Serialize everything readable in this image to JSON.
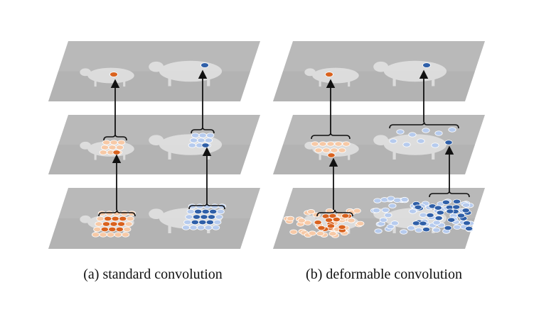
{
  "captions": {
    "a": "(a) standard convolution",
    "b": "(b) deformable convolution"
  },
  "colors": {
    "background": "#ffffff",
    "plane": "#b9b9b9",
    "plane_dark": "#a9a9a9",
    "sheep": "#e4e4e4",
    "orange_dark": "#d9621e",
    "orange_light": "#f7c9a6",
    "blue_dark": "#2f5fa8",
    "blue_light": "#b6cbee",
    "arrow": "#111111"
  },
  "panels": [
    {
      "name": "standard-convolution",
      "layers": 3
    },
    {
      "name": "deformable-convolution",
      "layers": 3
    }
  ]
}
